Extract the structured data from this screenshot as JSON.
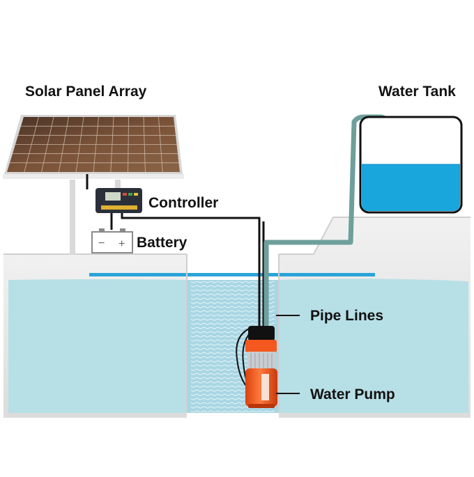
{
  "labels": {
    "solar_panel_array": "Solar  Panel Array",
    "water_tank": "Water Tank",
    "controller": "Controller",
    "battery": "Battery",
    "pipe_lines": "Pipe Lines",
    "water_pump": "Water Pump"
  },
  "battery_terminals": {
    "negative": "−",
    "positive": "+"
  },
  "colors": {
    "water": "#b7dfe6",
    "tank_water": "#19a6dc",
    "pipe": "#6e9f9b",
    "cable": "#111111",
    "pump": "#f4581f",
    "solar_cell": "#6f4a33",
    "ground": "#e6e6e6"
  }
}
